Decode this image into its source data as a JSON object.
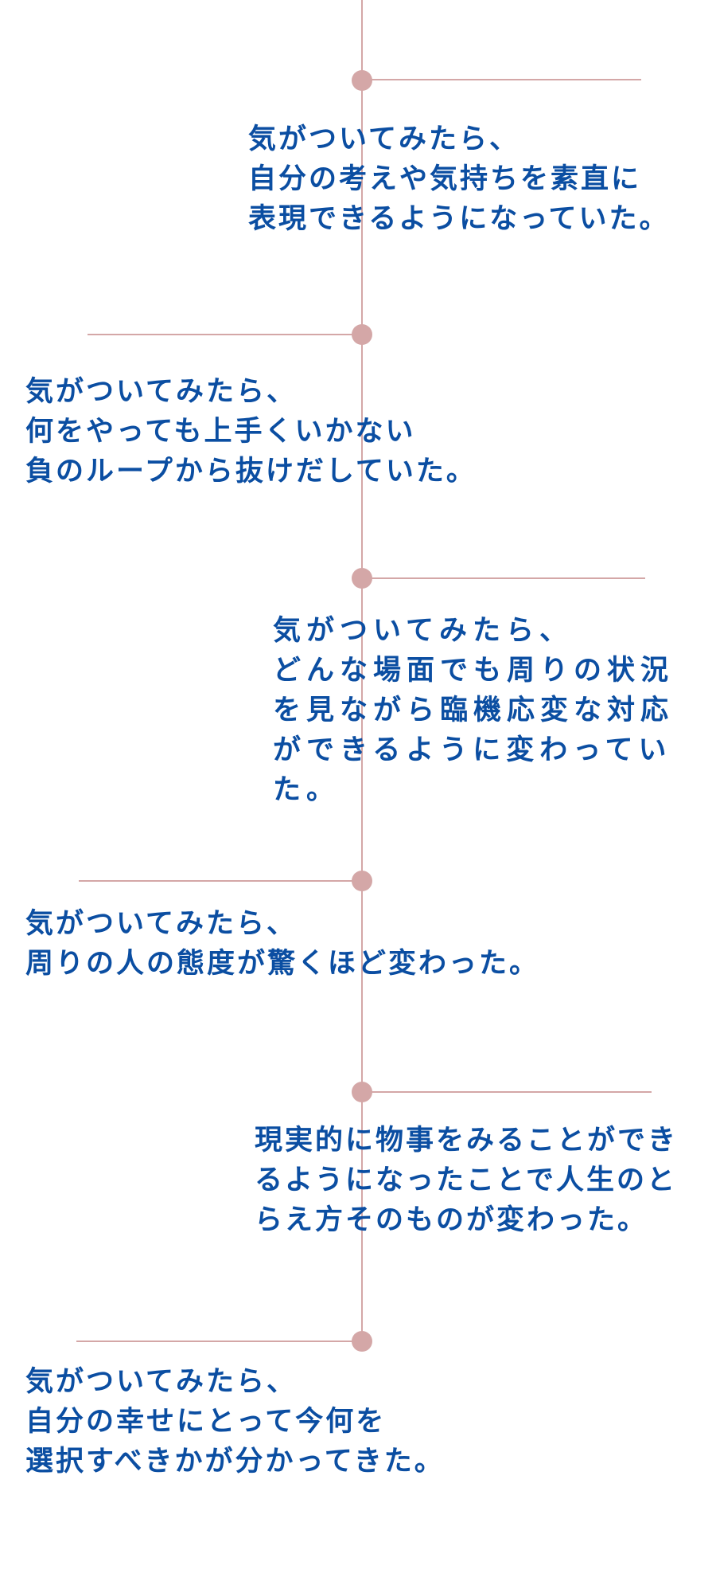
{
  "items": [
    {
      "lines": [
        "気がついてみたら、",
        "自分の考えや気持ちを素直に",
        "表現できるようになっていた。"
      ]
    },
    {
      "lines": [
        "気がついてみたら、",
        "何をやっても上手くいかない",
        "負のループから抜けだしていた。"
      ]
    },
    {
      "lines": [
        "気がついてみたら、",
        "どんな場面でも周りの状況",
        "を見ながら臨機応変な対応",
        "ができるように変わってい",
        "た。"
      ]
    },
    {
      "lines": [
        "気がついてみたら、",
        "周りの人の態度が驚くほど変わった。"
      ]
    },
    {
      "lines": [
        "現実的に物事をみることができ",
        "るようになったことで人生のと",
        "らえ方そのものが変わった。"
      ]
    },
    {
      "lines": [
        "気がついてみたら、",
        "自分の幸せにとって今何を",
        "選択すべきかが分かってきた。"
      ]
    }
  ],
  "colors": {
    "accent": "#d4a7a7",
    "text": "#0b4ea2"
  }
}
